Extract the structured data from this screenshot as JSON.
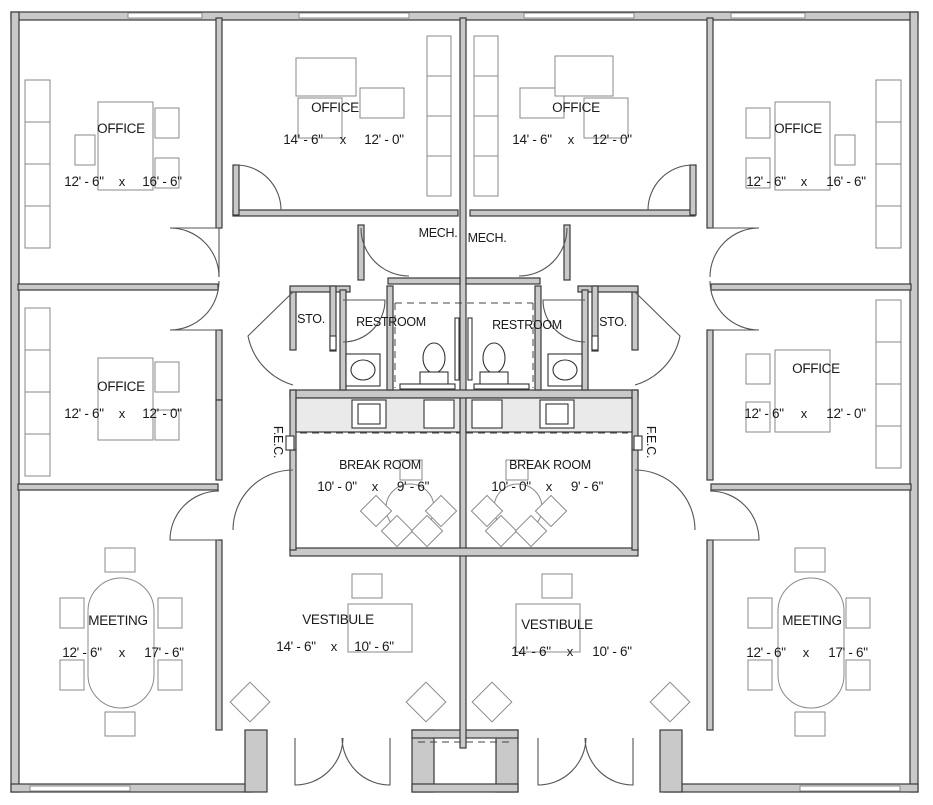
{
  "rooms": {
    "office_tl": {
      "name": "OFFICE",
      "w": "12' - 6\"",
      "x": "x",
      "h": "16' - 6\""
    },
    "office_tc": {
      "name": "OFFICE",
      "w": "14' - 6\"",
      "x": "x",
      "h": "12' - 0\""
    },
    "office_tc2": {
      "name": "OFFICE",
      "w": "14' - 6\"",
      "x": "x",
      "h": "12' - 0\""
    },
    "office_tr": {
      "name": "OFFICE",
      "w": "12' - 6\"",
      "x": "x",
      "h": "16' - 6\""
    },
    "office_ml": {
      "name": "OFFICE",
      "w": "12' - 6\"",
      "x": "x",
      "h": "12' - 0\""
    },
    "office_mr": {
      "name": "OFFICE",
      "w": "12' - 6\"",
      "x": "x",
      "h": "12' - 0\""
    },
    "meeting_l": {
      "name": "MEETING",
      "w": "12' - 6\"",
      "x": "x",
      "h": "17' - 6\""
    },
    "meeting_r": {
      "name": "MEETING",
      "w": "12' - 6\"",
      "x": "x",
      "h": "17' - 6\""
    },
    "vestibule_l": {
      "name": "VESTIBULE",
      "w": "14' - 6\"",
      "x": "x",
      "h": "10' - 6\""
    },
    "vestibule_r": {
      "name": "VESTIBULE",
      "w": "14' - 6\"",
      "x": "x",
      "h": "10' - 6\""
    },
    "break_l": {
      "name": "BREAK ROOM",
      "w": "10' - 0\"",
      "x": "x",
      "h": "9' - 6\""
    },
    "break_r": {
      "name": "BREAK ROOM",
      "w": "10' - 0\"",
      "x": "x",
      "h": "9' - 6\""
    },
    "restroom_l": {
      "name": "RESTROOM"
    },
    "restroom_r": {
      "name": "RESTROOM"
    },
    "sto_l": {
      "name": "STO."
    },
    "sto_r": {
      "name": "STO."
    },
    "mech_l": {
      "name": "MECH."
    },
    "mech_r": {
      "name": "MECH."
    },
    "fec_l": {
      "name": "F.E.C."
    },
    "fec_r": {
      "name": "F.E.C."
    }
  }
}
